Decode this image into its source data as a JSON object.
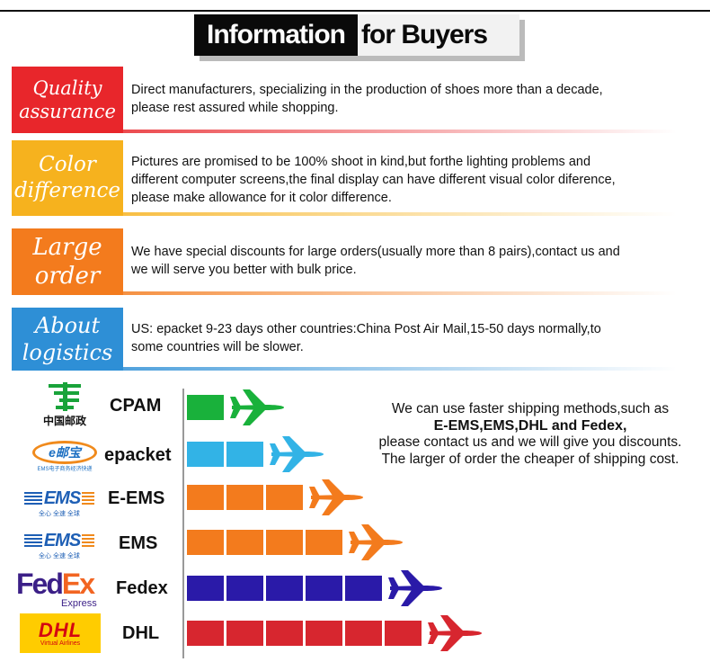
{
  "header": {
    "title_part1": "Information",
    "title_part2": "for Buyers"
  },
  "info_rows": [
    {
      "label_line1": "Quality",
      "label_line2": "assurance",
      "color": "#e8262b",
      "lines": [
        "Direct manufacturers, specializing in the production of shoes more than a decade,",
        "please rest assured while shopping."
      ]
    },
    {
      "label_line1": "Color",
      "label_line2": "difference",
      "color": "#f6b21e",
      "lines": [
        "Pictures are promised to be 100% shoot in kind,but forthe lighting problems and",
        "different computer screens,the final display can have different visual color diference,",
        "please make allowance for it color difference."
      ]
    },
    {
      "label_line1": "Large",
      "label_line2": "order",
      "color": "#f37b1d",
      "lines": [
        "We have special discounts for large orders(usually more than 8 pairs),contact us and",
        "we will serve you better with bulk price."
      ]
    },
    {
      "label_line1": "About",
      "label_line2": "logistics",
      "color": "#2e8fd6",
      "lines": [
        "US: epacket 9-23 days other countries:China Post Air Mail,15-50 days normally,to",
        "some countries will be slower."
      ]
    }
  ],
  "carriers": [
    {
      "name": "CPAM",
      "logo_text": "中国邮政",
      "segments": 1,
      "color": "#19b13b",
      "logo_icon": "china-post-logo-icon"
    },
    {
      "name": "epacket",
      "logo_text": "e邮宝",
      "logo_subtext": "EMS电子商务经济快递",
      "segments": 2,
      "color": "#32b3e6",
      "logo_icon": "epacket-logo-icon"
    },
    {
      "name": "E-EMS",
      "logo_text": "EMS",
      "logo_subtext": "全心 全速 全球",
      "segments": 3,
      "color": "#f37b1d",
      "logo_icon": "ems-logo-icon"
    },
    {
      "name": "EMS",
      "logo_text": "EMS",
      "logo_subtext": "全心 全速 全球",
      "segments": 4,
      "color": "#f37b1d",
      "logo_icon": "ems-logo-icon"
    },
    {
      "name": "Fedex",
      "logo_text_fed": "Fed",
      "logo_text_ex": "Ex",
      "logo_subtext": "Express",
      "segments": 5,
      "color": "#2a1aa8",
      "logo_icon": "fedex-logo-icon"
    },
    {
      "name": "DHL",
      "logo_text": "DHL",
      "logo_subtext": "Virtual Airlines",
      "segments": 6,
      "color": "#d7262f",
      "logo_icon": "dhl-logo-icon"
    }
  ],
  "shipping_note": {
    "line1": "We can use faster shipping methods,such as",
    "line2": "E-EMS,EMS,DHL and Fedex,",
    "line3": "please contact us and we will give you discounts.",
    "line4": "The larger of order the cheaper of shipping cost."
  }
}
